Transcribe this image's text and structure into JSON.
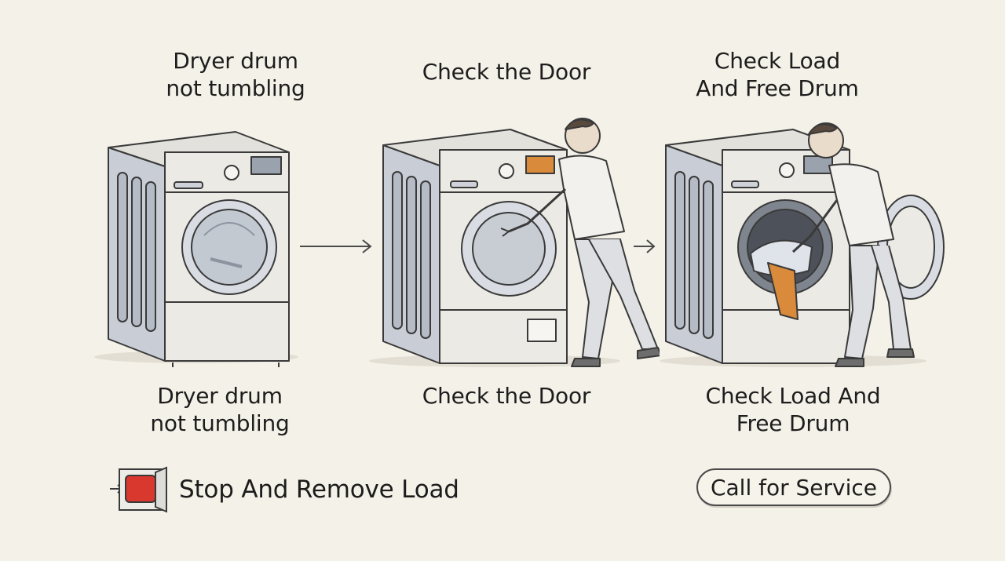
{
  "steps": [
    {
      "top_caption": "Dryer drum\nnot tumbling",
      "bottom_caption": "Dryer drum\nnot tumbling",
      "illustration": "dryer-idle"
    },
    {
      "top_caption": "Check the Door",
      "bottom_caption": "Check the Door",
      "illustration": "person-checking-dryer-door"
    },
    {
      "top_caption": "Check Load\nAnd Free Drum",
      "bottom_caption": "Check Load And\nFree Drum",
      "illustration": "person-removing-load"
    }
  ],
  "arrows": [
    "arrow-right-icon",
    "arrow-right-icon"
  ],
  "actions": {
    "stop": {
      "label": "Stop And Remove Load",
      "icon": "stop-icon",
      "color": "#d8382e"
    },
    "service": {
      "label": "Call for Service"
    }
  },
  "colors": {
    "background": "#f4f1e8",
    "machine_body": "#eceae4",
    "machine_side": "#c9ced6",
    "laundry_accent": "#d98a3a"
  }
}
